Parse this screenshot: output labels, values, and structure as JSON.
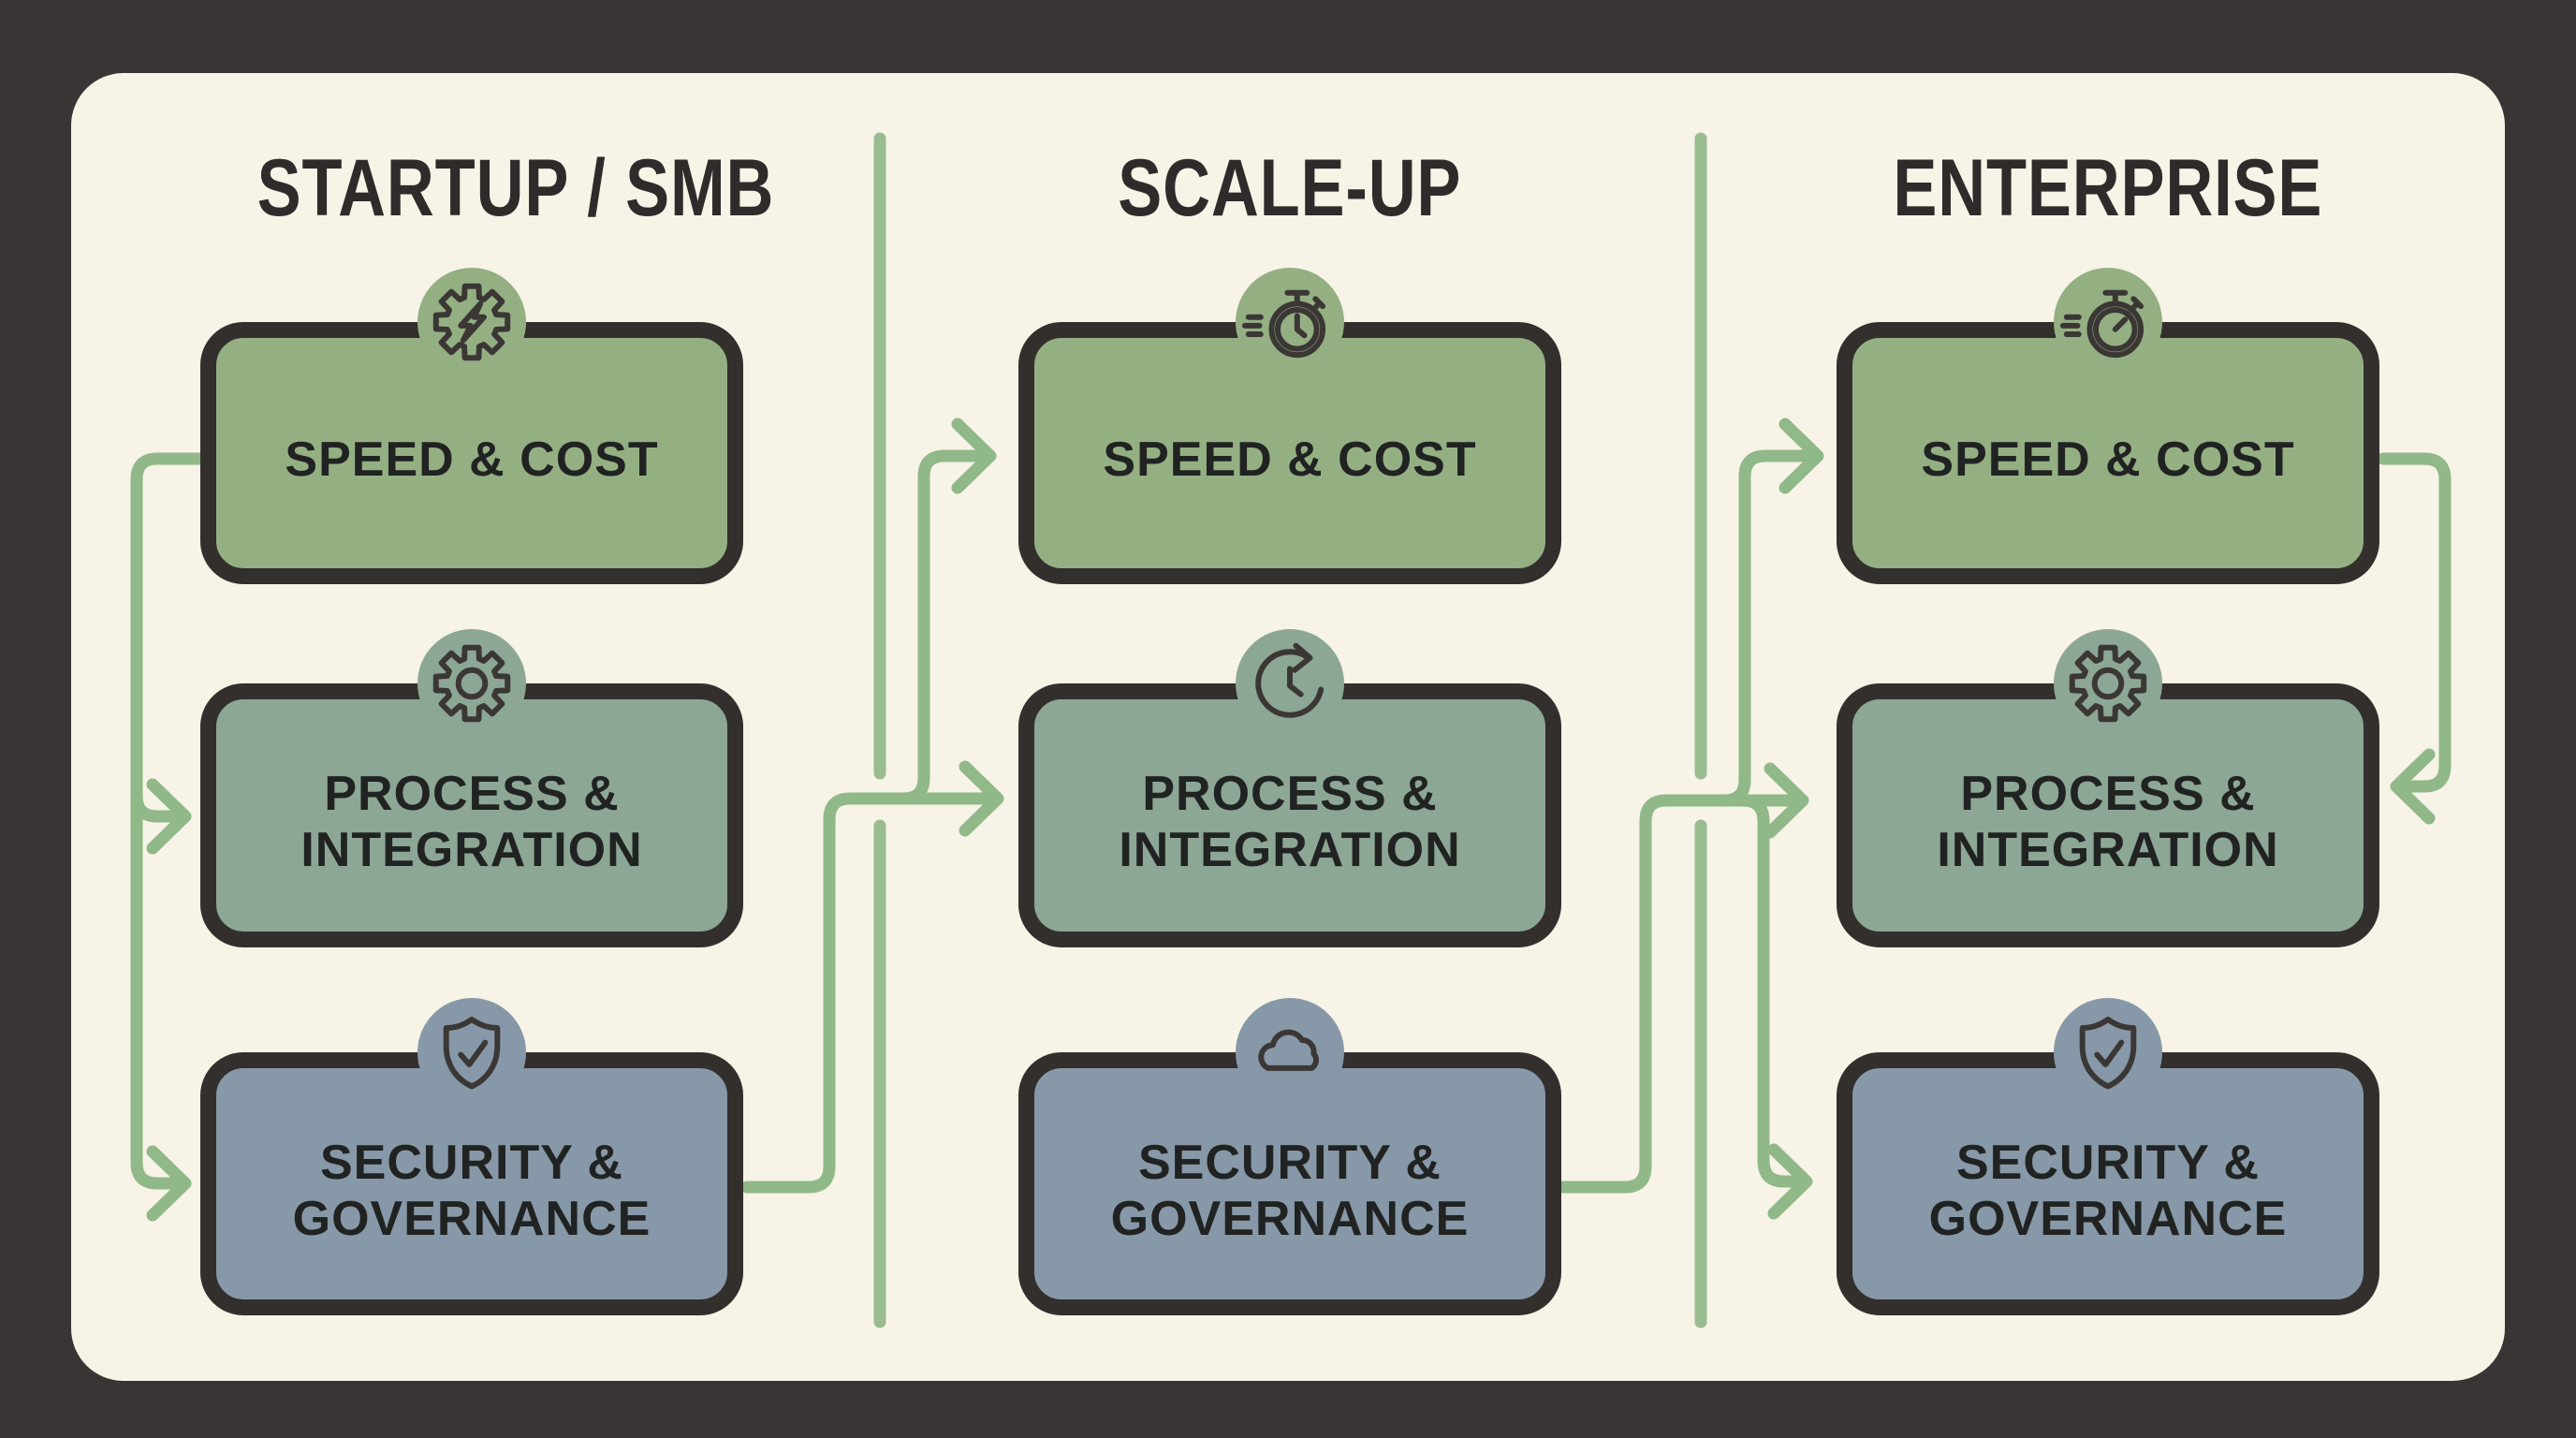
{
  "columns": [
    {
      "header": "STARTUP / SMB",
      "boxes": [
        {
          "label_lines": [
            "SPEED & COST"
          ],
          "icon": "gear-lightning-icon",
          "color": "#94b083"
        },
        {
          "label_lines": [
            "PROCESS &",
            "INTEGRATION"
          ],
          "icon": "gear-icon",
          "color": "#8ca795"
        },
        {
          "label_lines": [
            "SECURITY &",
            "GOVERNANCE"
          ],
          "icon": "shield-check-icon",
          "color": "#8799a8"
        }
      ]
    },
    {
      "header": "SCALE-UP",
      "boxes": [
        {
          "label_lines": [
            "SPEED & COST"
          ],
          "icon": "stopwatch-icon",
          "color": "#94b083"
        },
        {
          "label_lines": [
            "PROCESS &",
            "INTEGRATION"
          ],
          "icon": "clock-refresh-icon",
          "color": "#8ca795"
        },
        {
          "label_lines": [
            "SECURITY &",
            "GOVERNANCE"
          ],
          "icon": "cloud-icon",
          "color": "#8799a8"
        }
      ]
    },
    {
      "header": "ENTERPRISE",
      "boxes": [
        {
          "label_lines": [
            "SPEED & COST"
          ],
          "icon": "stopwatch-icon",
          "color": "#94b083"
        },
        {
          "label_lines": [
            "PROCESS &",
            "INTEGRATION"
          ],
          "icon": "gear-icon",
          "color": "#8ca795"
        },
        {
          "label_lines": [
            "SECURITY &",
            "GOVERNANCE"
          ],
          "icon": "shield-check-icon",
          "color": "#8799a8"
        }
      ]
    }
  ],
  "colors": {
    "frame": "#3a3435",
    "panel": "#f7f3e6",
    "boxBorder": "#332f2d",
    "speed": "#94b083",
    "process": "#8ca795",
    "security": "#8799a8",
    "connector": "#90b888",
    "divider": "#9abc91",
    "headerText": "#2f2b2a",
    "labelText": "#212322",
    "iconStroke": "#3b3735"
  }
}
